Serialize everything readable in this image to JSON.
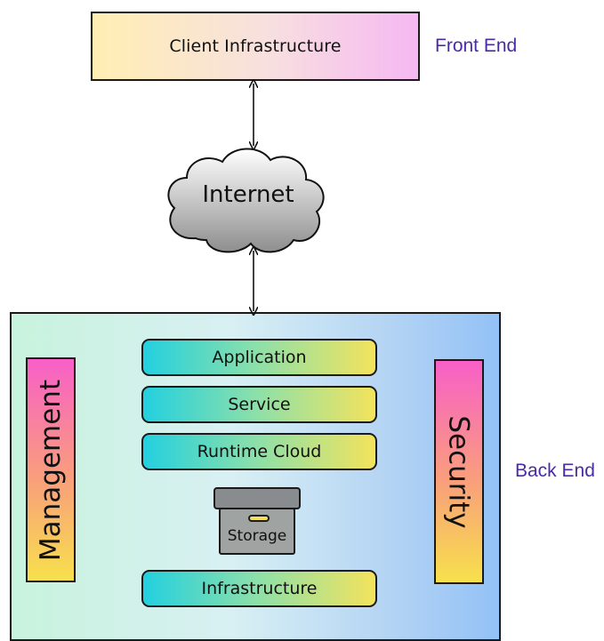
{
  "front_end": {
    "client_box_label": "Client Infrastructure",
    "side_label": "Front End"
  },
  "internet": {
    "label": "Internet"
  },
  "back_end": {
    "side_label": "Back End",
    "management_label": "Management",
    "security_label": "Security",
    "layers": [
      {
        "label": "Application"
      },
      {
        "label": "Service"
      },
      {
        "label": "Runtime Cloud"
      },
      {
        "label": "Infrastructure"
      }
    ],
    "storage_label": "Storage"
  },
  "colors": {
    "side_label_color": "#4b2aa6",
    "client_gradient": [
      "#ffefb3",
      "#f6b8f2"
    ],
    "backend_gradient": [
      "#c8f3dd",
      "#93c1f6"
    ],
    "layer_gradient": [
      "#23d0df",
      "#f3e35c"
    ],
    "bar_gradient": [
      "#f85fc8",
      "#f7e14c"
    ],
    "cloud_gradient": [
      "#ffffff",
      "#8e8e8e"
    ],
    "storage_color": "#9fa3a2"
  },
  "icons": {
    "cloud": "cloud-icon",
    "storage": "storage-box-icon",
    "arrows": "bidirectional-arrow-icon"
  }
}
